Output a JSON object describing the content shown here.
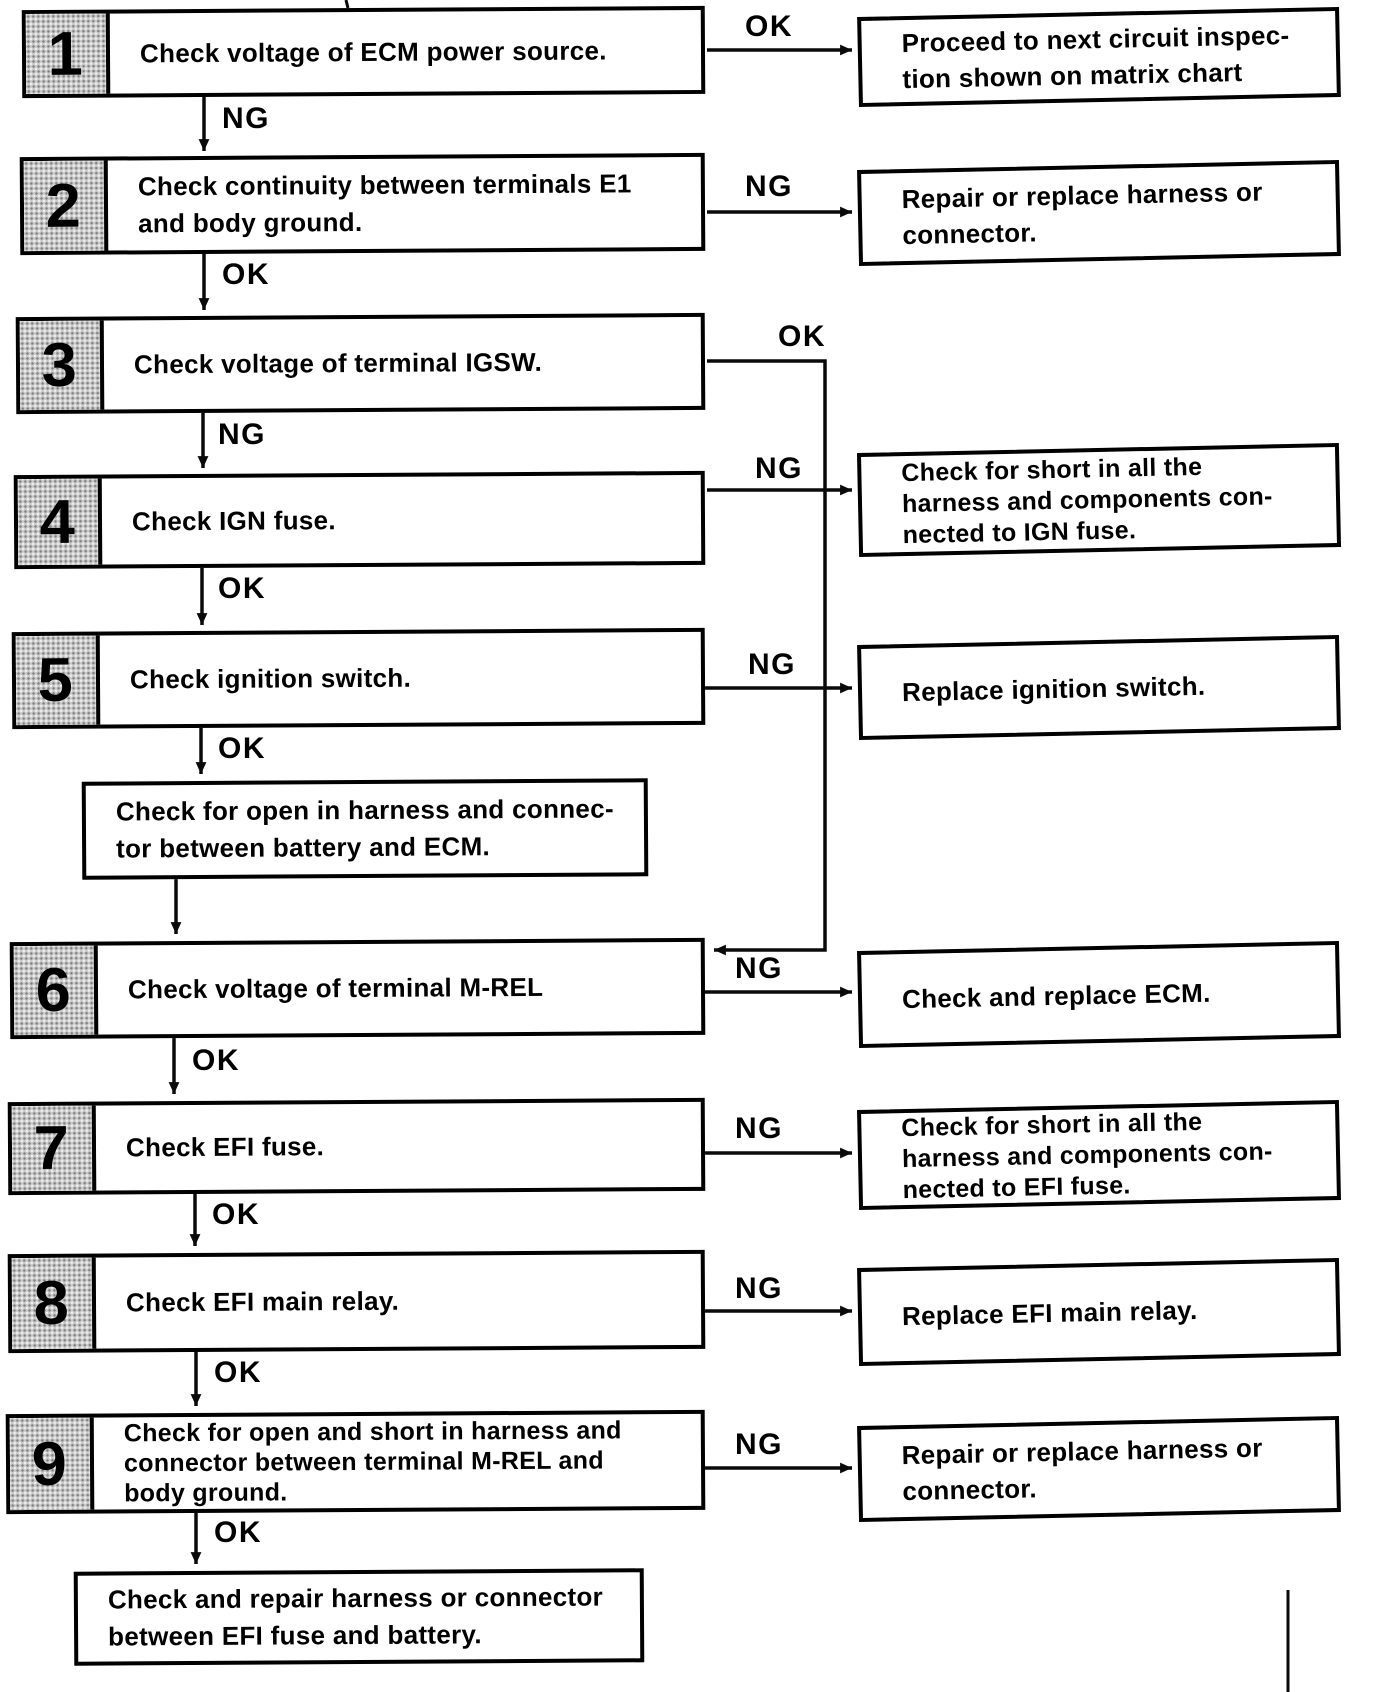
{
  "flow": {
    "steps": [
      {
        "number": "1",
        "lines": [
          "Check voltage of ECM power source."
        ],
        "down": "NG",
        "branch": "OK"
      },
      {
        "number": "2",
        "lines": [
          "Check continuity between terminals E1",
          "and body ground."
        ],
        "down": "OK",
        "branch": "NG"
      },
      {
        "number": "3",
        "lines": [
          "Check voltage of terminal IGSW."
        ],
        "down": "NG",
        "branch": "OK"
      },
      {
        "number": "4",
        "lines": [
          "Check IGN fuse."
        ],
        "down": "OK",
        "branch": "NG"
      },
      {
        "number": "5",
        "lines": [
          "Check ignition switch."
        ],
        "down": "OK",
        "branch": "NG"
      },
      {
        "number": "6",
        "lines": [
          "Check voltage of terminal M-REL"
        ],
        "down": "OK",
        "branch": "NG"
      },
      {
        "number": "7",
        "lines": [
          "Check EFI fuse."
        ],
        "down": "OK",
        "branch": "NG"
      },
      {
        "number": "8",
        "lines": [
          "Check EFI main relay."
        ],
        "down": "OK",
        "branch": "NG"
      },
      {
        "number": "9",
        "lines": [
          "Check for open and short in harness and",
          "connector between terminal M-REL and",
          "body ground."
        ],
        "down": "OK",
        "branch": "NG"
      }
    ],
    "extra_boxes": [
      {
        "lines": [
          "Check for open in harness and connec-",
          "tor between battery and ECM."
        ]
      },
      {
        "lines": [
          "Check and repair harness or connector",
          "between EFI fuse and battery."
        ]
      }
    ],
    "actions": [
      {
        "lines": [
          "Proceed to next circuit inspec-",
          "tion shown on matrix chart"
        ]
      },
      {
        "lines": [
          "Repair or replace harness or",
          "connector."
        ]
      },
      {
        "lines": [
          "Check for short in all the",
          "harness and components con-",
          "nected to IGN fuse."
        ]
      },
      {
        "lines": [
          "Replace ignition switch."
        ]
      },
      {
        "lines": [
          "Check and replace ECM."
        ]
      },
      {
        "lines": [
          "Check for short in all the",
          "harness and components con-",
          "nected to EFI fuse."
        ]
      },
      {
        "lines": [
          "Replace EFI main relay."
        ]
      },
      {
        "lines": [
          "Repair or replace harness or",
          "connector."
        ]
      }
    ]
  }
}
